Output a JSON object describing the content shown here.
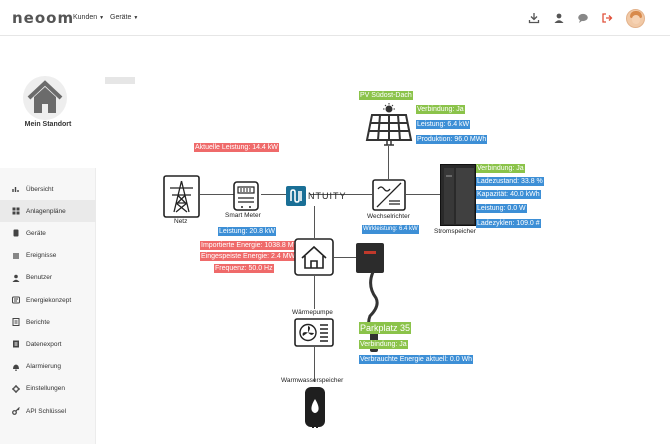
{
  "app": {
    "logo": "neoom"
  },
  "header": {
    "menus": [
      {
        "label": "Kunden"
      },
      {
        "label": "Geräte"
      }
    ],
    "icons": [
      "download-icon",
      "user-icon",
      "chat-icon",
      "logout-icon"
    ]
  },
  "sidebar": {
    "site_title": "Mein Standort",
    "items": [
      {
        "label": "Übersicht",
        "icon": "overview-icon"
      },
      {
        "label": "Anlagenpläne",
        "icon": "plans-icon"
      },
      {
        "label": "Geräte",
        "icon": "device-icon"
      },
      {
        "label": "Ereignisse",
        "icon": "events-icon"
      },
      {
        "label": "Benutzer",
        "icon": "user-icon"
      },
      {
        "label": "Energiekonzept",
        "icon": "energy-concept-icon"
      },
      {
        "label": "Berichte",
        "icon": "reports-icon"
      },
      {
        "label": "Datenexport",
        "icon": "export-icon"
      },
      {
        "label": "Alarmierung",
        "icon": "alarm-icon"
      },
      {
        "label": "Einstellungen",
        "icon": "settings-icon"
      },
      {
        "label": "API Schlüssel",
        "icon": "key-icon"
      }
    ],
    "active_index": 1
  },
  "diagram": {
    "grid": {
      "label": "Netz",
      "power": "Aktuelle Leistung: 14.4 kW"
    },
    "meter": {
      "label": "Smart Meter",
      "power": "Leistung: 20.8 kW",
      "imported": "Importierte Energie: 1038.8 MWh",
      "exported": "Eingespeiste Energie: 2.4 MWh",
      "frequency": "Frequenz: 50.0 Hz"
    },
    "hub": {
      "label": "NTUITY"
    },
    "pv": {
      "label": "PV Südost-Dach",
      "connection": "Verbindung: Ja",
      "power": "Leistung: 6.4 kW",
      "production": "Produktion: 96.0 MWh"
    },
    "inverter": {
      "label": "Wechselrichter",
      "active_power": "Wirkleistung: 6.4 kW"
    },
    "storage": {
      "label": "Stromspeicher",
      "connection": "Verbindung: Ja",
      "soc": "Ladezustand: 33.8 %",
      "capacity": "Kapazität: 40.0 kWh",
      "power": "Leistung: 0.0 W",
      "cycles": "Ladezyklen: 109.0 #"
    },
    "charger": {
      "label": "Parkplatz 35",
      "connection": "Verbindung: Ja",
      "energy": "Verbrauchte Energie aktuell: 0.0 Wh"
    },
    "heatpump": {
      "label": "Wärmepumpe"
    },
    "water_heater": {
      "label": "Warmwasserspeicher"
    }
  }
}
